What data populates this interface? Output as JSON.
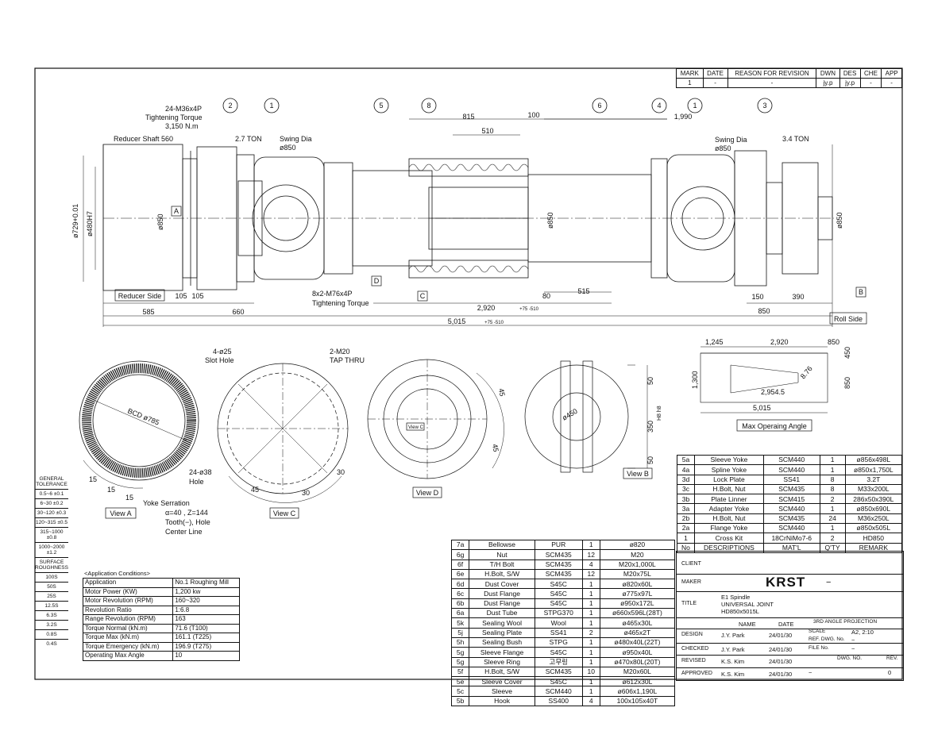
{
  "revision_table": {
    "headers": [
      "MARK",
      "DATE",
      "REASON FOR REVISION",
      "DWN",
      "DES",
      "CHE",
      "APP"
    ],
    "row": [
      "1",
      "-",
      "-",
      "jy.p",
      "jy.p",
      "-",
      "-"
    ]
  },
  "dimensions": {
    "top_815": "815",
    "top_100": "100",
    "top_510": "510",
    "top_1990": "1,990",
    "bot_105a": "105",
    "bot_105b": "105",
    "bot_585": "585",
    "bot_660": "660",
    "bot_80": "80",
    "bot_515": "515",
    "bot_2920": "2,920",
    "bot_2920_tol": "+75 -510",
    "bot_150": "150",
    "bot_390": "390",
    "bot_850": "850",
    "bot_5015": "5,015",
    "bot_5015_tol": "+75 -510",
    "phi_729": "ø729+0.01",
    "phi_480": "ø480H7",
    "phi_850_left": "ø850",
    "phi_850_center": "ø850",
    "phi_850_right": "ø850"
  },
  "callouts": {
    "bolt_top": "24-M36x4P",
    "torque_top_label": "Tightening Torque",
    "torque_top_value": "3,150 N.m",
    "reducer_shaft": "Reducer Shaft 560",
    "ton_left": "2.7 TON",
    "swing_left_1": "Swing Dia",
    "swing_left_2": "ø850",
    "swing_right_1": "Swing Dia",
    "swing_right_2": "ø850",
    "ton_right": "3.4 TON",
    "bolt_mid": "8x2-M76x4P",
    "torque_mid": "Tightening Torque",
    "reducer_side": "Reducer Side",
    "roll_side": "Roll Side",
    "sec_a": "A",
    "sec_b": "B",
    "sec_c": "C",
    "sec_d": "D"
  },
  "balloons": [
    "2",
    "1",
    "5",
    "8",
    "6",
    "4",
    "1",
    "3"
  ],
  "view_a": {
    "label": "View A",
    "bcd": "BCD ø785",
    "holes": "24-ø38",
    "holes2": "Hole",
    "angle_a": "15",
    "angle_b": "15",
    "angle_c": "15",
    "note1": "Yoke Serration",
    "note2": "α=40 , Z=144",
    "note3": "Tooth(−), Hole",
    "note4": "Center Line"
  },
  "view_c": {
    "label": "View C",
    "slot1": "4-ø25",
    "slot2": "Slot Hole",
    "tap1": "2-M20",
    "tap2": "TAP THRU",
    "a45": "45",
    "a30a": "30",
    "a30b": "30"
  },
  "view_d": {
    "label": "View D",
    "a45a": "45",
    "a45b": "45",
    "tag": "View C"
  },
  "view_b": {
    "label": "View B",
    "d50a": "50",
    "d50b": "50",
    "d350": "350",
    "d450": "ø450",
    "fit": "H8 h8"
  },
  "max_angle": {
    "label": "Max Operaing Angle",
    "d1245": "1,245",
    "d2920": "2,920",
    "d850": "850",
    "d450": "450",
    "d1300": "1,300",
    "d8": "8.76",
    "d29545": "2,954.5",
    "d5015": "5,015",
    "d850v": "850"
  },
  "parts_upper": [
    [
      "5a",
      "Sleeve Yoke",
      "SCM440",
      "1",
      "ø856x498L"
    ],
    [
      "4a",
      "Spline Yoke",
      "SCM440",
      "1",
      "ø850x1,750L"
    ],
    [
      "3d",
      "Lock Plate",
      "SS41",
      "8",
      "3.2T"
    ],
    [
      "3c",
      "H.Bolt, Nut",
      "SCM435",
      "8",
      "M33x200L"
    ],
    [
      "3b",
      "Plate Linner",
      "SCM415",
      "2",
      "286x50x390L"
    ],
    [
      "3a",
      "Adapter Yoke",
      "SCM440",
      "1",
      "ø850x690L"
    ],
    [
      "2b",
      "H.Bolt, Nut",
      "SCM435",
      "24",
      "M36x250L"
    ],
    [
      "2a",
      "Flange Yoke",
      "SCM440",
      "1",
      "ø850x505L"
    ],
    [
      "1",
      "Cross Kit",
      "18CrNiMo7-6",
      "2",
      "HD850"
    ],
    [
      "No",
      "DESCRIPTIONS",
      "MAT'L",
      "Q'TY",
      "REMARK"
    ]
  ],
  "parts_lower": [
    [
      "7a",
      "Bellowse",
      "PUR",
      "1",
      "ø820"
    ],
    [
      "6g",
      "Nut",
      "SCM435",
      "12",
      "M20"
    ],
    [
      "6f",
      "T/H Bolt",
      "SCM435",
      "4",
      "M20x1,000L"
    ],
    [
      "6e",
      "H.Bolt, S/W",
      "SCM435",
      "12",
      "M20x75L"
    ],
    [
      "6d",
      "Dust Cover",
      "S45C",
      "1",
      "ø820x60L"
    ],
    [
      "6c",
      "Dust Flange",
      "S45C",
      "1",
      "ø775x97L"
    ],
    [
      "6b",
      "Dust Flange",
      "S45C",
      "1",
      "ø950x172L"
    ],
    [
      "6a",
      "Dust Tube",
      "STPG370",
      "1",
      "ø660x596L(28T)"
    ],
    [
      "5k",
      "Sealing Wool",
      "Wool",
      "1",
      "ø465x30L"
    ],
    [
      "5j",
      "Sealing Plate",
      "SS41",
      "2",
      "ø465x2T"
    ],
    [
      "5h",
      "Sealing Bush",
      "STPG",
      "1",
      "ø480x40L(22T)"
    ],
    [
      "5g",
      "Sleeve Flange",
      "S45C",
      "1",
      "ø950x40L"
    ],
    [
      "5g",
      "Sleeve Ring",
      "고무링",
      "1",
      "ø470x80L(20T)"
    ],
    [
      "5f",
      "H.Bolt, S/W",
      "SCM435",
      "10",
      "M20x60L"
    ],
    [
      "5e",
      "Sleeve Cover",
      "S45C",
      "1",
      "ø612x30L"
    ],
    [
      "5c",
      "Sleeve",
      "SCM440",
      "1",
      "ø606x1,190L"
    ],
    [
      "5b",
      "Hook",
      "SS400",
      "4",
      "100x105x40T"
    ]
  ],
  "application": {
    "title": "<Application Conditions>",
    "rows": [
      [
        "Application",
        "No.1 Roughing Mill"
      ],
      [
        "Motor Power (KW)",
        "1,200 kw"
      ],
      [
        "Motor Revolution (RPM)",
        "160~320"
      ],
      [
        "Revolution Ratio",
        "1:6.8"
      ],
      [
        "Range Revolution (RPM)",
        "163"
      ],
      [
        "Torque Normal (kN.m)",
        "71.6 (T100)"
      ],
      [
        "Torque Max (kN.m)",
        "161.1 (T225)"
      ],
      [
        "Torque Emergency (kN.m)",
        "196.9 (T275)"
      ],
      [
        "Operating Max Angle",
        "10"
      ]
    ]
  },
  "tolerance": {
    "title1": "GENERAL",
    "title2": "TOLERANCE",
    "rows": [
      "0.5~6 ±0.1",
      "6~30 ±0.2",
      "30~120 ±0.3",
      "120~315 ±0.5",
      "315~1000 ±0.8",
      "1000~2000 ±1.2"
    ],
    "rough1": "SURFACE",
    "rough2": "ROUGHNESS",
    "rough_rows": [
      "100S",
      "50S",
      "25S",
      "12.5S",
      "6.3S",
      "3.2S",
      "0.8S",
      "0.4S"
    ]
  },
  "title_block": {
    "client": "CLIENT",
    "maker": "MAKER",
    "brand": "KRST",
    "brand_dash": "−",
    "title_label": "TITLE",
    "title1": "E1 Spindle",
    "title2": "UNIVERSAL JOINT",
    "title3": "HD850x5015L",
    "name_h": "NAME",
    "date_h": "DATE",
    "proj": "3RD ANGLE PROJECTION",
    "scale_l": "SCALE",
    "scale_v": "A2, 2:10",
    "refno_l": "REF. DWG. No.",
    "refno_v": "−",
    "fileno_l": "FILE No.",
    "fileno_v": "−",
    "dwgno_l": "DWG. NO.",
    "rev_l": "REV.",
    "dwgno_v": "−",
    "rev_v": "0",
    "design": "DESIGN",
    "checked": "CHECKED",
    "revised": "REVISED",
    "approved": "APPROVED",
    "n1": "J.Y. Park",
    "n2": "J.Y. Park",
    "n3": "K.S. Kim",
    "n4": "K.S. Kim",
    "d1": "24/01/30",
    "d2": "24/01/30",
    "d3": "24/01/30",
    "d4": "24/01/30"
  }
}
